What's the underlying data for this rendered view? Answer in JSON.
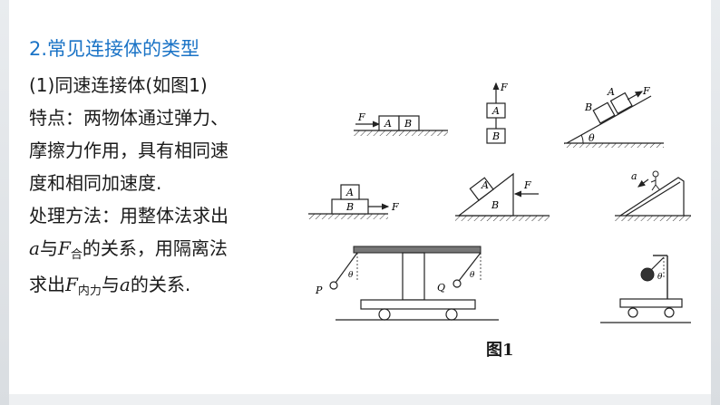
{
  "heading": "2.常见连接体的类型",
  "subheading": "(1)同速连接体(如图1)",
  "features": {
    "label": "特点：两物体通过弹力、",
    "line2": "摩擦力作用，具有相同速",
    "line3": "度和相同加速度."
  },
  "method": {
    "line1": "处理方法：用整体法求出",
    "line2_a": "a",
    "line2_b": "与",
    "line2_c": "F",
    "line2_sub": "合",
    "line2_d": "的关系，用隔离法",
    "line3_a": "求出",
    "line3_b": "F",
    "line3_sub": "内力",
    "line3_c": "与",
    "line3_d": "a",
    "line3_e": "的关系."
  },
  "figure": {
    "caption": "图1",
    "labels": {
      "F": "F",
      "A": "A",
      "B": "B",
      "theta": "θ",
      "a": "a",
      "P": "P",
      "Q": "Q"
    }
  },
  "colors": {
    "heading": "#1a73c6",
    "text": "#1a1a1a",
    "line": "#222222"
  }
}
